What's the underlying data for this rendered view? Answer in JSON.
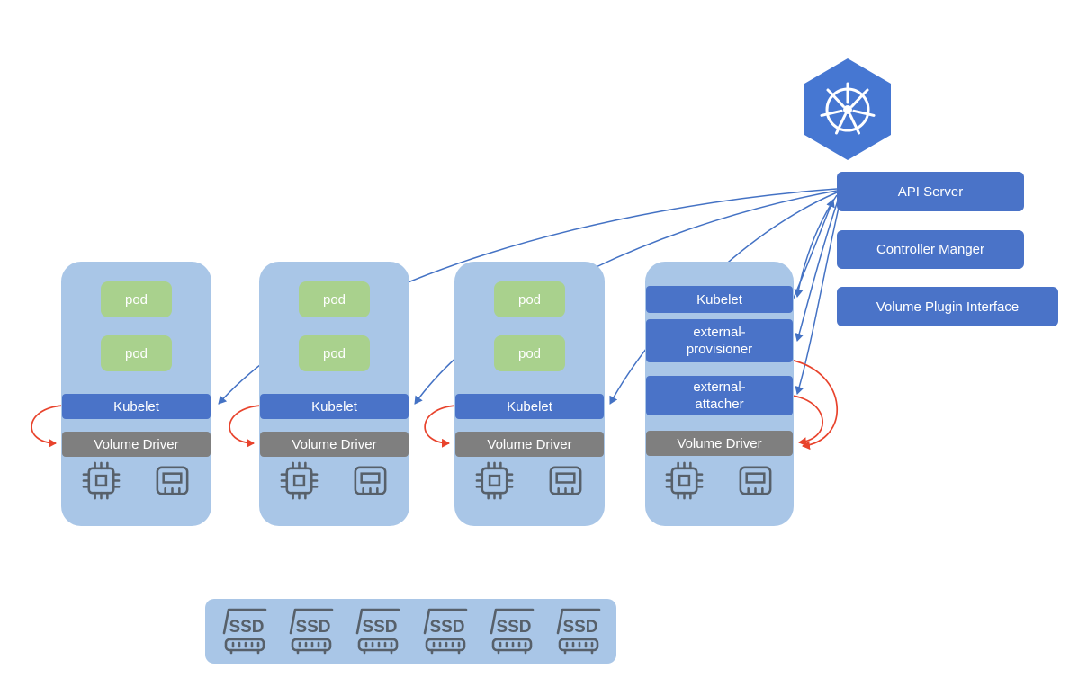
{
  "control_plane": {
    "api_server": "API Server",
    "controller_manager": "Controller Manger",
    "volume_plugin_interface": "Volume Plugin Interface"
  },
  "nodes": [
    {
      "pod1": "pod",
      "pod2": "pod",
      "kubelet": "Kubelet",
      "volume_driver": "Volume Driver"
    },
    {
      "pod1": "pod",
      "pod2": "pod",
      "kubelet": "Kubelet",
      "volume_driver": "Volume Driver"
    },
    {
      "pod1": "pod",
      "pod2": "pod",
      "kubelet": "Kubelet",
      "volume_driver": "Volume Driver"
    },
    {
      "kubelet": "Kubelet",
      "external_provisioner": "external-provisioner",
      "external_attacher": "external-attacher",
      "volume_driver": "Volume Driver"
    }
  ],
  "storage": {
    "ssd": "SSD",
    "count": 6
  },
  "colors": {
    "node_bg": "#a9c6e7",
    "pod_green": "#a9d18d",
    "component_blue": "#4a73c8",
    "driver_gray": "#7f7f7f",
    "arrow_blue": "#4472c4",
    "arrow_red": "#e8432c",
    "logo_blue": "#4677d2",
    "icon_stroke": "#57606a"
  }
}
